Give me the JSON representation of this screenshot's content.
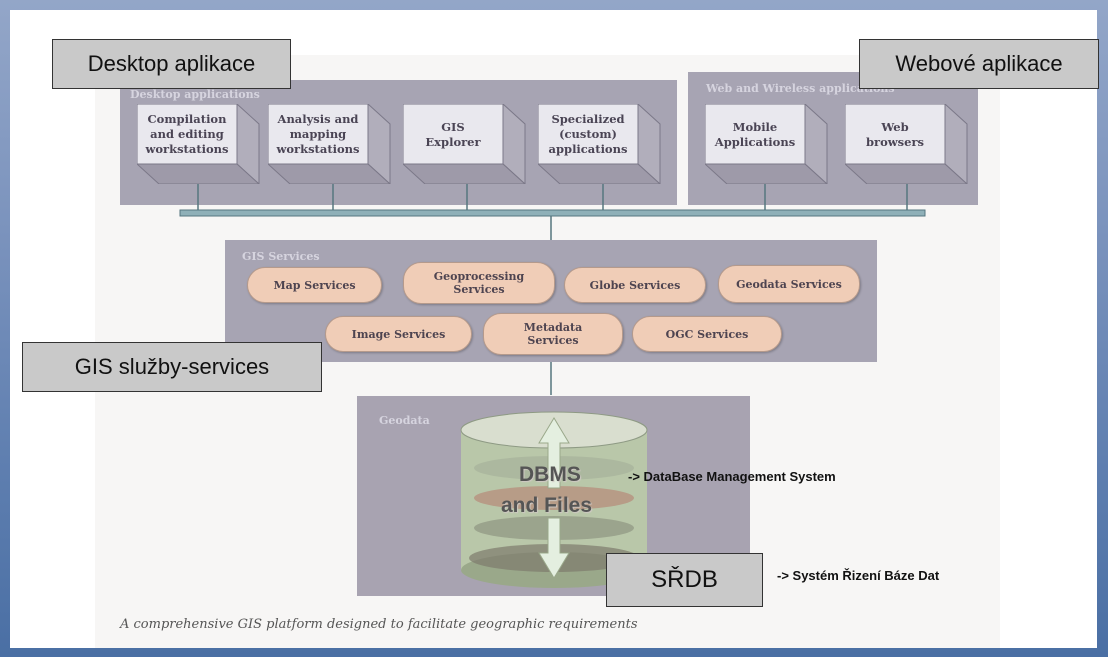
{
  "callouts": {
    "desktop": "Desktop aplikace",
    "web": "Webové aplikace",
    "gis_services": "GIS služby-services",
    "srdb": "SŘDB"
  },
  "panels": {
    "desktop_title": "Desktop applications",
    "web_title": "Web and Wireless applications",
    "services_title": "GIS Services",
    "geodata_title": "Geodata"
  },
  "desktop_apps": [
    "Compilation\nand editing\nworkstations",
    "Analysis and\nmapping\nworkstations",
    "GIS\nExplorer",
    "Specialized\n(custom)\napplications"
  ],
  "web_apps": [
    "Mobile\nApplications",
    "Web\nbrowsers"
  ],
  "services_row1": [
    "Map Services",
    "Geoprocessing\nServices",
    "Globe Services",
    "Geodata Services"
  ],
  "services_row2": [
    "Image Services",
    "Metadata\nServices",
    "OGC Services"
  ],
  "db": {
    "line1": "DBMS",
    "line2": "and Files"
  },
  "notes": {
    "dbms": "-> DataBase Management System",
    "srdb": "-> Systém Řizení Báze Dat"
  },
  "caption": "A comprehensive GIS platform designed to facilitate geographic requirements"
}
